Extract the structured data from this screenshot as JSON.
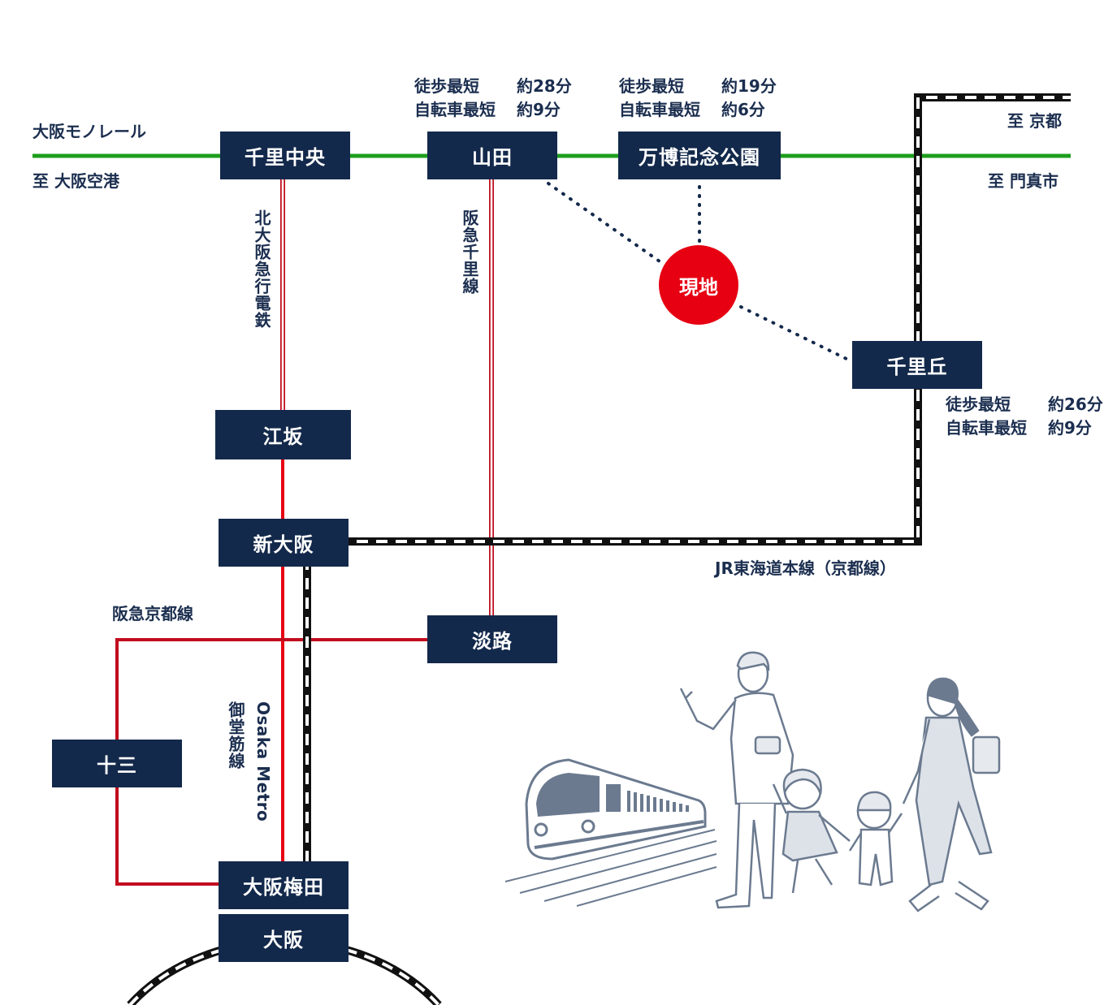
{
  "lines": {
    "monorail": "大阪モノレール",
    "hankyu_senri": "阪急千里線",
    "kita_osaka": "北大阪急行電鉄",
    "hankyu_kyoto": "阪急京都線",
    "osaka_metro_company": "Osaka Metro",
    "midosuji": "御堂筋線",
    "jr_tokaido": "JR東海道本線（京都線）"
  },
  "directions": {
    "osaka_airport": "至 大阪空港",
    "kyoto": "至 京都",
    "kadoma": "至 門真市"
  },
  "stations": {
    "senri_chuo": "千里中央",
    "yamada": "山田",
    "banpaku": "万博記念公園",
    "senri_oka": "千里丘",
    "esaka": "江坂",
    "shin_osaka": "新大阪",
    "awaji": "淡路",
    "juso": "十三",
    "osaka_umeda": "大阪梅田",
    "osaka": "大阪"
  },
  "site_label": "現地",
  "access": {
    "yamada": [
      {
        "mode": "徒歩最短",
        "time": "約28分"
      },
      {
        "mode": "自転車最短",
        "time": "約9分"
      }
    ],
    "banpaku": [
      {
        "mode": "徒歩最短",
        "time": "約19分"
      },
      {
        "mode": "自転車最短",
        "time": "約6分"
      }
    ],
    "senri_oka": [
      {
        "mode": "徒歩最短",
        "time": "約26分"
      },
      {
        "mode": "自転車最短",
        "time": "約9分"
      }
    ]
  },
  "colors": {
    "station_bg": "#13294b",
    "monorail": "#1e9e1e",
    "hankyu": "#c00d1e",
    "site": "#e60012",
    "text": "#1b2e4f",
    "illustration": "#6b7a8f"
  }
}
